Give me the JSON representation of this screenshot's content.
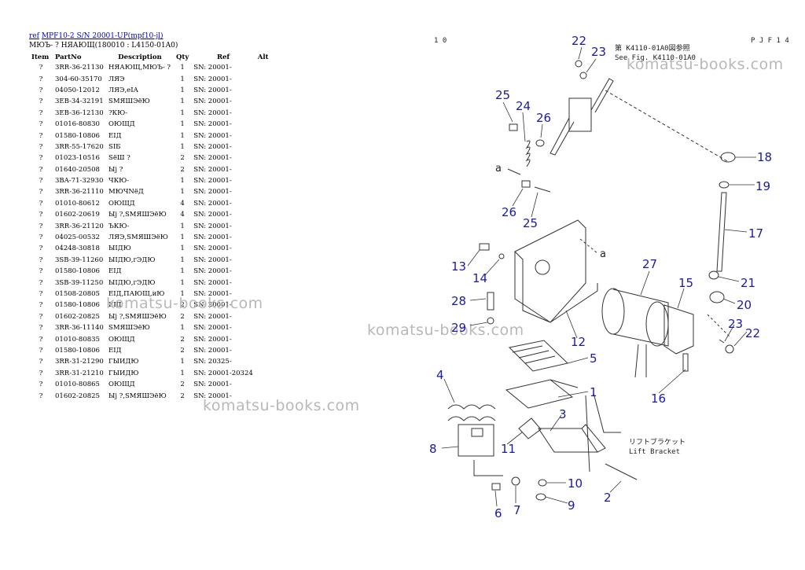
{
  "header": {
    "link_ref": "ref",
    "link_title": "MPF10-2 S/N 20001-UP(mpf10-jl)",
    "subtitle": "МЮЪ- ? НЯАЮЩ(180010 : L4150-01A0)"
  },
  "table": {
    "headers": [
      "Item",
      "PartNo",
      "Description",
      "Qty",
      "Ref",
      "Alt"
    ],
    "rows": [
      [
        "?",
        "3RR-36-21130",
        "НЯАЮЩ,МЮЪ- ?",
        "1",
        "SN: 20001-",
        ""
      ],
      [
        "?",
        "304-60-35170",
        "ЛЯЭ",
        "1",
        "SN: 20001-",
        ""
      ],
      [
        "?",
        "04050-12012",
        "ЛЯЭ,еIА",
        "1",
        "SN: 20001-",
        ""
      ],
      [
        "?",
        "3EB-34-32191",
        "SМЯШЭёЮ",
        "1",
        "SN: 20001-",
        ""
      ],
      [
        "?",
        "3EB-36-12130",
        "?КЮ-",
        "1",
        "SN: 20001-",
        ""
      ],
      [
        "?",
        "01016-80830",
        "ОЮЩД",
        "1",
        "SN: 20001-",
        ""
      ],
      [
        "?",
        "01580-10806",
        "ЕIД",
        "1",
        "SN: 20001-",
        ""
      ],
      [
        "?",
        "3RR-55-17620",
        "SIБ",
        "1",
        "SN: 20001-",
        ""
      ],
      [
        "?",
        "01023-10516",
        "SёШ ?",
        "2",
        "SN: 20001-",
        ""
      ],
      [
        "?",
        "01640-20508",
        "Ыј ?",
        "2",
        "SN: 20001-",
        ""
      ],
      [
        "?",
        "3BA-71-32930",
        "ЧКЮ-",
        "1",
        "SN: 20001-",
        ""
      ],
      [
        "?",
        "3RR-36-21110",
        "МЮЧNёД",
        "1",
        "SN: 20001-",
        ""
      ],
      [
        "?",
        "01010-80612",
        "ОЮЩД",
        "4",
        "SN: 20001-",
        ""
      ],
      [
        "?",
        "01602-20619",
        "Ыј ?,SМЯШЭёЮ",
        "4",
        "SN: 20001-",
        ""
      ],
      [
        "?",
        "3RR-36-21120",
        "ЪКЮ-",
        "1",
        "SN: 20001-",
        ""
      ],
      [
        "?",
        "04025-00532",
        "ЛЯЭ,SМЯШЭёЮ",
        "1",
        "SN: 20001-",
        ""
      ],
      [
        "?",
        "04248-30818",
        "ЫIДЮ",
        "1",
        "SN: 20001-",
        ""
      ],
      [
        "?",
        "3SB-39-11260",
        "ЫIДЮ,гЭДЮ",
        "1",
        "SN: 20001-",
        ""
      ],
      [
        "?",
        "01580-10806",
        "ЕIД",
        "1",
        "SN: 20001-",
        ""
      ],
      [
        "?",
        "3SB-39-11250",
        "ЫIДЮ,гЭДЮ",
        "1",
        "SN: 20001-",
        ""
      ],
      [
        "?",
        "01508-20805",
        "ЕIД,ПАЮЩ,иЮ",
        "1",
        "SN: 20001-",
        ""
      ],
      [
        "?",
        "01580-10806",
        "ЕIД",
        "2",
        "SN: 20001-",
        ""
      ],
      [
        "?",
        "01602-20825",
        "Ыј ?,SМЯШЭёЮ",
        "2",
        "SN: 20001-",
        ""
      ],
      [
        "?",
        "3RR-36-11140",
        "SМЯШЭёЮ",
        "1",
        "SN: 20001-",
        ""
      ],
      [
        "?",
        "01010-80835",
        "ОЮЩД",
        "2",
        "SN: 20001-",
        ""
      ],
      [
        "?",
        "01580-10806",
        "ЕIД",
        "2",
        "SN: 20001-",
        ""
      ],
      [
        "?",
        "3RR-31-21290",
        "ГЫИДЮ",
        "1",
        "SN: 20325-",
        ""
      ],
      [
        "?",
        "3RR-31-21210",
        "ГЫИДЮ",
        "1",
        "SN: 20001-20324",
        ""
      ],
      [
        "?",
        "01010-80865",
        "ОЮЩД",
        "2",
        "SN: 20001-",
        ""
      ],
      [
        "?",
        "01602-20825",
        "Ыј ?,SМЯШЭёЮ",
        "2",
        "SN: 20001-",
        ""
      ]
    ]
  },
  "watermark": "komatsu-books.com",
  "diagram": {
    "page_no": "1 0",
    "code": "P J F 1 4",
    "ref_jp": "第 K4110-01A0図参照",
    "ref_en": "See Fig. K4110-01A0",
    "bracket_jp": "リフトブラケット",
    "bracket_en": "Lift Bracket",
    "arrow_mark": "a",
    "callouts": [
      "22",
      "23",
      "25",
      "24",
      "26",
      "18",
      "19",
      "26",
      "25",
      "17",
      "13",
      "14",
      "27",
      "15",
      "21",
      "20",
      "28",
      "29",
      "23",
      "22",
      "12",
      "5",
      "16",
      "4",
      "1",
      "3",
      "8",
      "11",
      "10",
      "2",
      "9",
      "6",
      "7"
    ]
  }
}
